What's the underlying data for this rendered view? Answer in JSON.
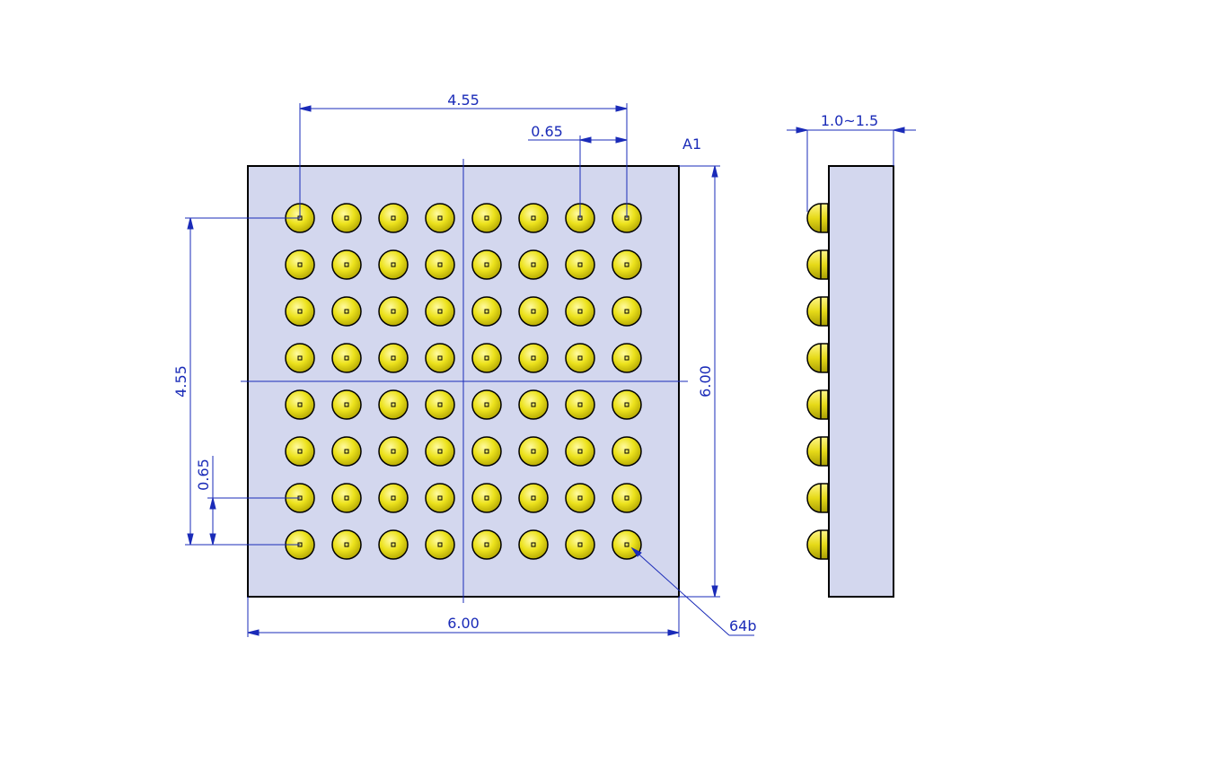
{
  "diagram": {
    "grid": {
      "rows": 8,
      "cols": 8
    },
    "top_view": {
      "dim_span_width": "4.55",
      "dim_pitch_width": "0.65",
      "dim_span_height": "4.55",
      "dim_pitch_height": "0.65",
      "dim_body_width": "6.00",
      "dim_body_height": "6.00",
      "label_first_ball": "A1",
      "label_last_ball": "64b"
    },
    "side_view": {
      "dim_offset": "1.0~1.5"
    },
    "colors": {
      "body_fill": "#d3d7ee",
      "ball_fill": "#ece21c",
      "dimension_line": "#1a2bb8",
      "outline": "#000000"
    }
  }
}
